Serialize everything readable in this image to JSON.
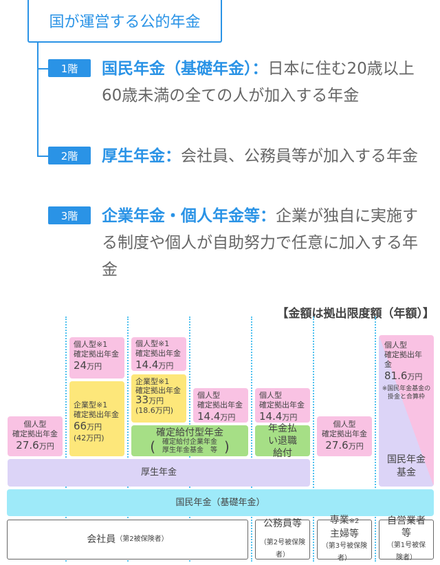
{
  "header": {
    "title": "国が運営する公的年金"
  },
  "tiers": [
    {
      "badge": "1階",
      "name": "国民年金（基礎年金）",
      "sep": "：",
      "desc": "日本に住む20歳以上60歳未満の全ての人が加入する年金"
    },
    {
      "badge": "2階",
      "name": "厚生年金",
      "sep": "：",
      "desc": "会社員、公務員等が加入する年金"
    },
    {
      "badge": "3階",
      "name": "企業年金・個人年金等",
      "sep": "：",
      "desc": "企業が独自に実施する制度や個人が自助努力で任意に加入する年金"
    }
  ],
  "chart": {
    "note": "【金額は拠出限度額（年額）】",
    "ideco": "個人型",
    "ideco_n1": "個人型※1",
    "corp_n1": "企業型※1",
    "dc": "確定拠出年金",
    "unit": "万円",
    "c1_ideco": "27.6",
    "c2_ideco": "24",
    "c2_corp": "66",
    "c2_corp_sub": "(42",
    "c3_ideco": "14.4",
    "c3_corp": "33",
    "c3_corp_sub": "(18.6",
    "c4_ideco": "14.4",
    "c5_ideco": "14.4",
    "c6_ideco": "27.6",
    "c7_ideco": "81.6",
    "c7_note": "※国民年金基金の掛金と合算枠",
    "db_title": "確定給付型年金",
    "db_l1": "確定給付企業年金",
    "db_l2": "厚生年金基金　等",
    "paren_open": "(",
    "paren_close": ")",
    "retire": "年金払い退職給付",
    "kosei": "厚生年金",
    "kokumin_kikin": "国民年金基金",
    "kokumin": "国民年金（基礎年金）",
    "close_paren": ")"
  },
  "insured": [
    {
      "label": "会社員",
      "sub": "（第2被保険者）"
    },
    {
      "label": "公務員等",
      "sub": "（第2号被保険者）"
    },
    {
      "label": "専業",
      "note": "※2",
      "label2": "主婦等",
      "sub": "（第3号被保険者）"
    },
    {
      "label": "自営業者等",
      "sub": "（第1号被保険者）"
    }
  ]
}
